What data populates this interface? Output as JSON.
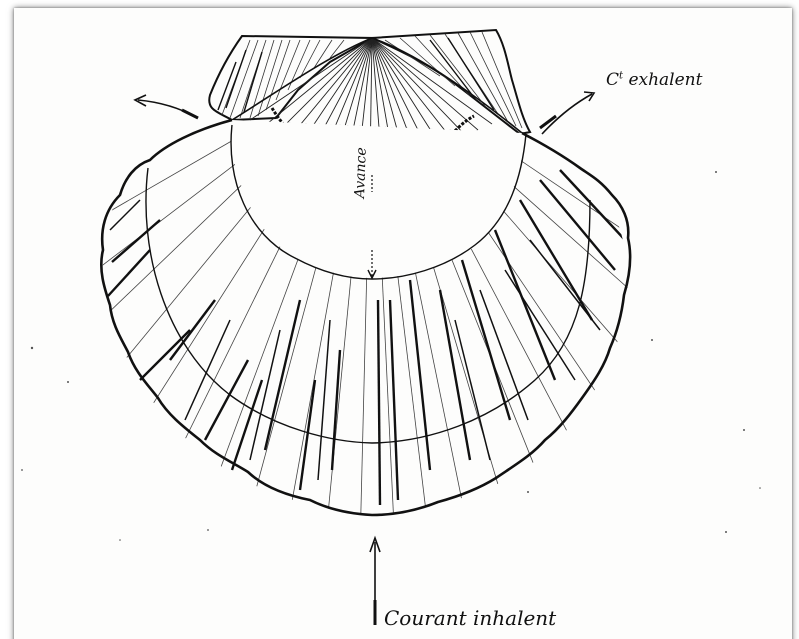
{
  "labels": {
    "exhalent_prefix": "C",
    "exhalent_superscript": "t",
    "exhalent_suffix": " exhalent",
    "inhalent": "Courant inhalent",
    "avance": "Avance"
  },
  "colors": {
    "ink": "#111111",
    "paper": "#fdfdfc"
  }
}
